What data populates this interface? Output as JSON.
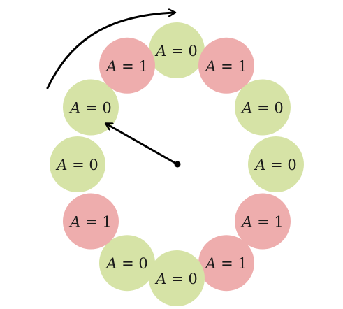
{
  "colors": {
    "zero": "#d6e3a6",
    "one": "#eeadad",
    "stroke": "#000000"
  },
  "variable": "A",
  "operator": "=",
  "nodes": [
    {
      "value": "0",
      "kind": "zero"
    },
    {
      "value": "1",
      "kind": "one"
    },
    {
      "value": "0",
      "kind": "zero"
    },
    {
      "value": "0",
      "kind": "zero"
    },
    {
      "value": "1",
      "kind": "one"
    },
    {
      "value": "1",
      "kind": "one"
    },
    {
      "value": "0",
      "kind": "zero"
    },
    {
      "value": "0",
      "kind": "zero"
    },
    {
      "value": "1",
      "kind": "one"
    },
    {
      "value": "0",
      "kind": "zero"
    },
    {
      "value": "0",
      "kind": "zero"
    },
    {
      "value": "1",
      "kind": "one"
    }
  ]
}
